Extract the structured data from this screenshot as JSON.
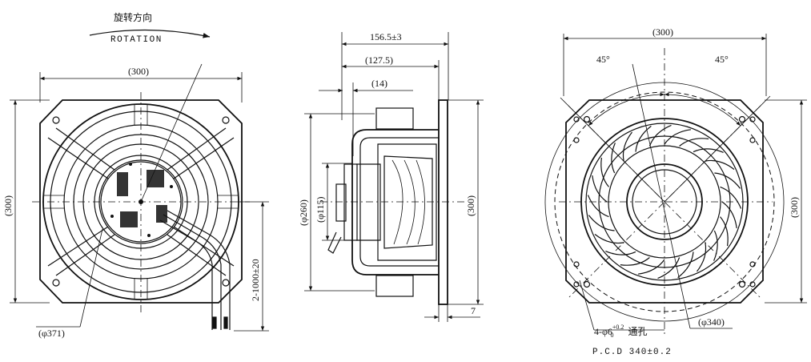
{
  "labels": {
    "rotation_cn": "旋转方向",
    "rotation_en": "ROTATION",
    "front_width": "(300)",
    "front_height": "(300)",
    "front_dia": "(φ371)",
    "cable_length": "2-1000±20",
    "side_overall": "156.5±3",
    "side_depth": "(127.5)",
    "side_step": "(14)",
    "side_dia_outer": "(φ260)",
    "side_dia_inner": "(φ115)",
    "side_height": "(300)",
    "side_flange": "7",
    "rear_width": "(300)",
    "rear_height": "(300)",
    "rear_angle_left": "45°",
    "rear_angle_right": "45°",
    "rear_dia": "(φ340)",
    "holes_main": "4-φ6",
    "holes_tol_upper": "+0.2",
    "holes_tol_lower": "0",
    "holes_suffix": "通孔",
    "pcd": "P.C.D 340±0.2"
  }
}
